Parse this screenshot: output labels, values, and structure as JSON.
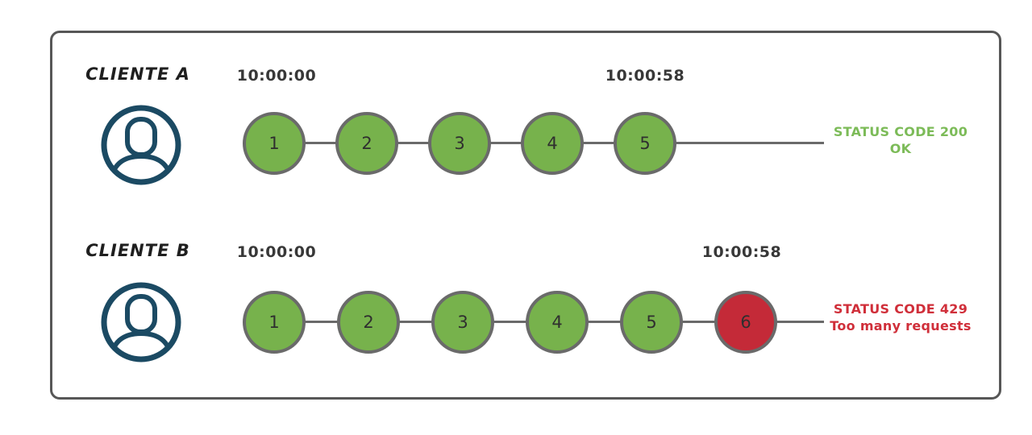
{
  "colors": {
    "green": "#77b24c",
    "red": "#c42a38",
    "status_ok": "#7cbb58",
    "status_error": "#d02f3a",
    "circle_border": "#6a6a6a",
    "line": "#6a6a6a",
    "avatar": "#1b4a63",
    "frame_border": "#575757",
    "text_dark": "#383838",
    "label_dark": "#1f1f1f"
  },
  "icons": {
    "avatar": "user-avatar-icon"
  },
  "rows": [
    {
      "client_label": "CLIENTE A",
      "start_time": "10:00:00",
      "end_time": "10:00:58",
      "requests": [
        {
          "n": "1",
          "state": "ok"
        },
        {
          "n": "2",
          "state": "ok"
        },
        {
          "n": "3",
          "state": "ok"
        },
        {
          "n": "4",
          "state": "ok"
        },
        {
          "n": "5",
          "state": "ok"
        }
      ],
      "status": {
        "line1": "STATUS CODE 200",
        "line2": "OK"
      }
    },
    {
      "client_label": "CLIENTE B",
      "start_time": "10:00:00",
      "end_time": "10:00:58",
      "requests": [
        {
          "n": "1",
          "state": "ok"
        },
        {
          "n": "2",
          "state": "ok"
        },
        {
          "n": "3",
          "state": "ok"
        },
        {
          "n": "4",
          "state": "ok"
        },
        {
          "n": "5",
          "state": "ok"
        },
        {
          "n": "6",
          "state": "limited"
        }
      ],
      "status": {
        "line1": "STATUS CODE 429",
        "line2": "Too many requests"
      }
    }
  ]
}
